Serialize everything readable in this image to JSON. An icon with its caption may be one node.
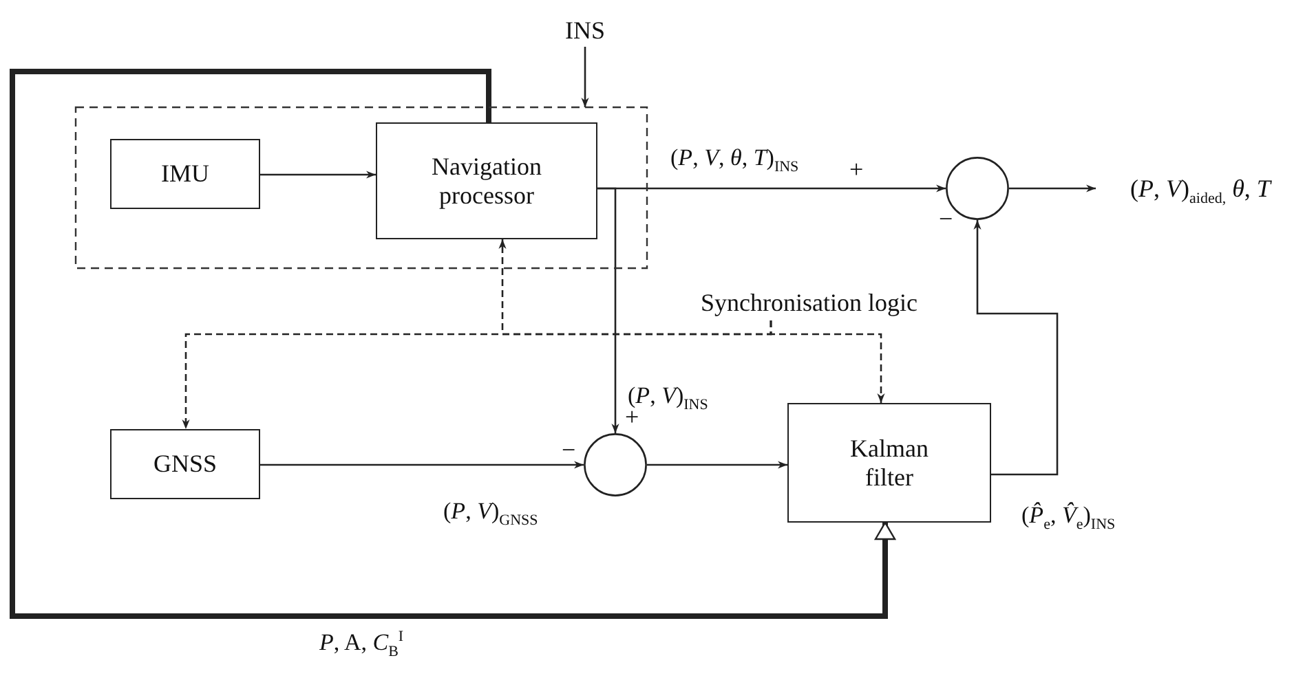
{
  "diagram": {
    "nodes": [
      {
        "text": [
          "INS"
        ]
      },
      {
        "text": [],
        "shape": "box"
      },
      {
        "text": [
          "IMU"
        ],
        "in": 1
      },
      {
        "text": [
          "Navigation processor"
        ],
        "in": 1
      },
      {
        "text": [],
        "shape": "circle"
      },
      {
        "text": [
          "GNSS"
        ]
      },
      {
        "text": [],
        "shape": "circle"
      },
      {
        "text": [
          "Kalman filter"
        ]
      },
      {
        "text": [
          "Synchronisation logic"
        ]
      },
      {
        "text": [
          "(*P*, *V*)$_{aided,}$ *θ*, *T*"
        ]
      }
    ],
    "edges": [
      {
        "from": 0,
        "to": 1,
        "arrow": "to"
      },
      {
        "from": 2,
        "to": 3,
        "arrow": "to"
      },
      {
        "from": 3,
        "to": 4,
        "arrow": "to",
        "label": "(*P*, *V*, *θ*, *T*)$_{INS}$"
      },
      {
        "from": 4,
        "to": 9,
        "arrow": "to"
      },
      {
        "from": 3,
        "to": 6,
        "arrow": "to",
        "label": "(*P*, *V*)$_{INS}$"
      },
      {
        "from": 5,
        "to": 6,
        "arrow": "to",
        "label": "(*P*, *V*)$_{GNSS}$"
      },
      {
        "from": 6,
        "to": 7,
        "arrow": "to"
      },
      {
        "from": 7,
        "to": 4,
        "arrow": "to",
        "label": "(*P̂*$_{e}$, *V̂*$_{e}$)$_{INS}$"
      },
      {
        "from": 3,
        "to": 7,
        "arrow": "to",
        "style": "thick",
        "label": "*P*, A, *C*$_{B}$$^{I}$"
      },
      {
        "from": 8,
        "to": 3,
        "arrow": "to",
        "style": "dashed"
      },
      {
        "from": 8,
        "to": 5,
        "arrow": "to",
        "style": "dashed"
      },
      {
        "from": 8,
        "to": 7,
        "arrow": "to",
        "style": "dashed"
      }
    ],
    "labels": [
      "+",
      "−",
      "+",
      "−"
    ]
  }
}
